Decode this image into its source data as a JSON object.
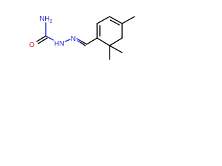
{
  "colors": {
    "carbon_bond": "#000000",
    "nitrogen": "#1f1fd6",
    "oxygen": "#e61a1a",
    "background": "#ffffff"
  },
  "atoms": {
    "amine": {
      "symbol": "NH",
      "subscript": "2"
    },
    "oxygen": {
      "symbol": "O"
    },
    "nh": {
      "symbol": "HN"
    },
    "imine_n": {
      "symbol": "N"
    }
  }
}
